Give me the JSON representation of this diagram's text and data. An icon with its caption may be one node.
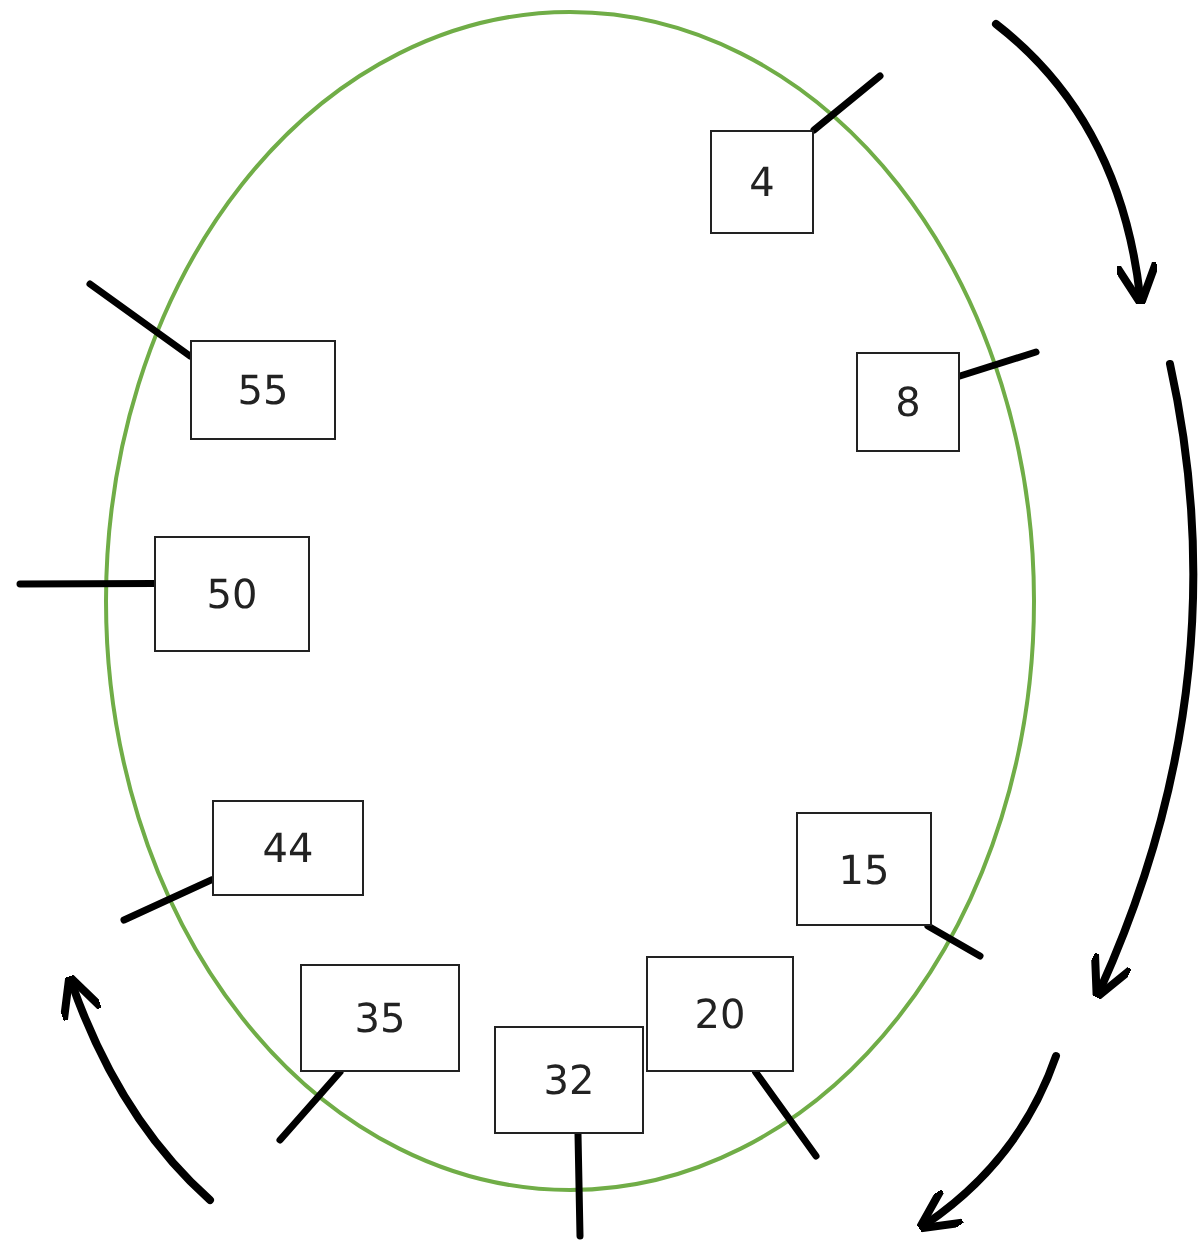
{
  "diagram": {
    "nodes": [
      {
        "text": [],
        "shape": "circle"
      },
      {
        "text": [
          "4"
        ],
        "in": 0
      },
      {
        "text": [
          "55"
        ],
        "in": 0
      },
      {
        "text": [
          "8"
        ],
        "in": 0
      },
      {
        "text": [
          "50"
        ],
        "in": 0
      },
      {
        "text": [
          "44"
        ],
        "in": 0
      },
      {
        "text": [
          "15"
        ],
        "in": 0
      },
      {
        "text": [
          "20"
        ],
        "in": 0
      },
      {
        "text": [
          "35"
        ],
        "in": 0
      },
      {
        "text": [
          "32"
        ],
        "in": 0
      }
    ],
    "edges": [
      {
        "from": 1,
        "to": null,
        "arrow": "none"
      },
      {
        "from": 2,
        "to": null,
        "arrow": "none"
      },
      {
        "from": 3,
        "to": null,
        "arrow": "none"
      },
      {
        "from": 4,
        "to": null,
        "arrow": "none"
      },
      {
        "from": 5,
        "to": null,
        "arrow": "none"
      },
      {
        "from": 6,
        "to": null,
        "arrow": "none"
      },
      {
        "from": 7,
        "to": null,
        "arrow": "none"
      },
      {
        "from": 8,
        "to": null,
        "arrow": "none"
      },
      {
        "from": 9,
        "to": null,
        "arrow": "none"
      }
    ]
  }
}
